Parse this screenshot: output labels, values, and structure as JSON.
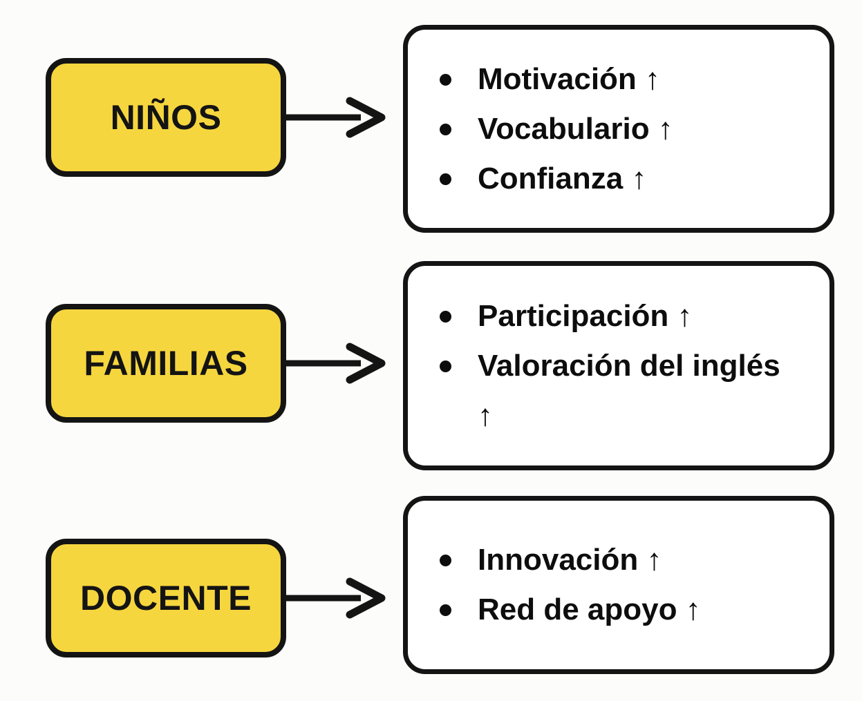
{
  "diagram": {
    "rows": [
      {
        "source": "NIÑOS",
        "outcomes": [
          "Motivación ↑",
          "Vocabulario ↑",
          "Confianza ↑"
        ]
      },
      {
        "source": "FAMILIAS",
        "outcomes": [
          "Participación ↑",
          "Valoración del inglés ↑"
        ]
      },
      {
        "source": "DOCENTE",
        "outcomes": [
          "Innovación ↑",
          "Red de apoyo ↑"
        ]
      }
    ],
    "icons": {
      "connector": "arrow-right",
      "trend": "↑",
      "bullet": "•"
    },
    "colors": {
      "box_fill": "#F6D63E",
      "stroke": "#141414",
      "background": "#FCFCFA",
      "panel_fill": "#FFFFFF",
      "text": "#0D0D0D"
    }
  }
}
